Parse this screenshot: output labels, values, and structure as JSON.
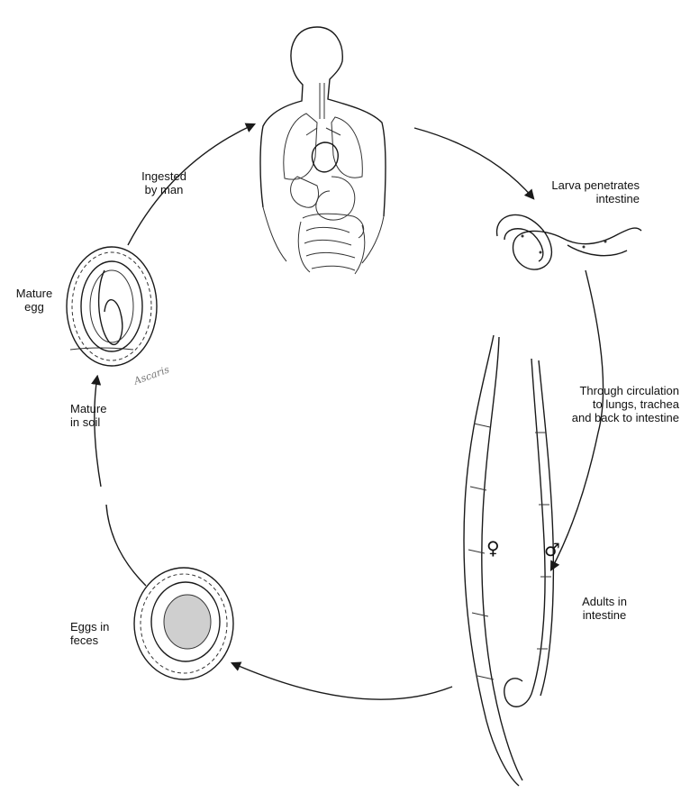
{
  "labels": {
    "ingested": [
      "Ingested",
      "by man"
    ],
    "larva": [
      "Larva penetrates",
      "intestine"
    ],
    "circulation": [
      "Through circulation",
      "to lungs, trachea",
      "and back to intestine"
    ],
    "adults": [
      "Adults in",
      "intestine"
    ],
    "eggs_feces": [
      "Eggs in",
      "feces"
    ],
    "mature_soil": [
      "Mature",
      "in soil"
    ],
    "mature_egg": [
      "Mature",
      "egg"
    ]
  },
  "symbols": {
    "female": "♀",
    "male": "♂"
  },
  "handwriting": "Ascaris"
}
